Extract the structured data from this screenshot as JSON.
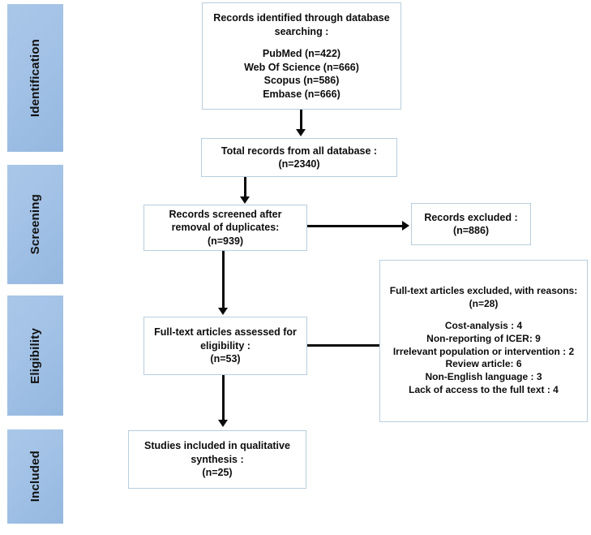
{
  "diagram": {
    "title": "PRISMA flow diagram",
    "phases": [
      {
        "key": "identification",
        "label": "Identification"
      },
      {
        "key": "screening",
        "label": "Screening"
      },
      {
        "key": "eligibility",
        "label": "Eligibility"
      },
      {
        "key": "included",
        "label": "Included"
      }
    ],
    "boxes": {
      "records_identified": {
        "heading_line1": "Records identified through database",
        "heading_line2": "searching :",
        "sources": [
          "PubMed (n=422)",
          "Web Of Science (n=666)",
          "Scopus (n=586)",
          "Embase (n=666)"
        ]
      },
      "total_records": {
        "line1": "Total records from all database :",
        "line2": "(n=2340)"
      },
      "records_screened": {
        "line1": "Records screened after",
        "line2": "removal of duplicates:",
        "line3": "(n=939)"
      },
      "records_excluded": {
        "line1": "Records excluded :",
        "line2": "(n=886)"
      },
      "fulltext_assessed": {
        "line1": "Full-text articles assessed for",
        "line2": "eligibility  :",
        "line3": "(n=53)"
      },
      "fulltext_excluded": {
        "line1": "Full-text articles excluded, with reasons:",
        "line2": "(n=28)",
        "reasons": [
          "Cost-analysis : 4",
          "Non-reporting of ICER: 9",
          "Irrelevant population or intervention : 2",
          "Review article: 6",
          "Non-English language : 3",
          "Lack of access to the full text : 4"
        ]
      },
      "studies_included": {
        "line1": "Studies included in qualitative",
        "line2": "synthesis :",
        "line3": "(n=25)"
      }
    },
    "colors": {
      "phase_bar_light": "#a9c7e8",
      "phase_bar_dark": "#95b8e0",
      "box_border": "#b7cede",
      "connector": "#0b0b0b",
      "text": "#0d0d0d",
      "background": "#ffffff"
    }
  },
  "chart_data": {
    "type": "diagram",
    "title": "PRISMA flow diagram of study selection",
    "nodes": [
      {
        "id": "records_identified",
        "phase": "Identification",
        "label": "Records identified through database searching",
        "n": 2340,
        "breakdown": [
          {
            "source": "PubMed",
            "n": 422
          },
          {
            "source": "Web Of Science",
            "n": 666
          },
          {
            "source": "Scopus",
            "n": 586
          },
          {
            "source": "Embase",
            "n": 666
          }
        ]
      },
      {
        "id": "total_records",
        "phase": "Identification",
        "label": "Total records from all database",
        "n": 2340
      },
      {
        "id": "records_screened",
        "phase": "Screening",
        "label": "Records screened after removal of duplicates",
        "n": 939
      },
      {
        "id": "records_excluded",
        "phase": "Screening",
        "label": "Records excluded",
        "n": 886
      },
      {
        "id": "fulltext_assessed",
        "phase": "Eligibility",
        "label": "Full-text articles assessed for eligibility",
        "n": 53
      },
      {
        "id": "fulltext_excluded",
        "phase": "Eligibility",
        "label": "Full-text articles excluded, with reasons",
        "n": 28,
        "breakdown": [
          {
            "reason": "Cost-analysis",
            "n": 4
          },
          {
            "reason": "Non-reporting of ICER",
            "n": 9
          },
          {
            "reason": "Irrelevant population or intervention",
            "n": 2
          },
          {
            "reason": "Review article",
            "n": 6
          },
          {
            "reason": "Non-English language",
            "n": 3
          },
          {
            "reason": "Lack of access to the full text",
            "n": 4
          }
        ]
      },
      {
        "id": "studies_included",
        "phase": "Included",
        "label": "Studies included in qualitative synthesis",
        "n": 25
      }
    ],
    "edges": [
      {
        "from": "records_identified",
        "to": "total_records",
        "direction": "down"
      },
      {
        "from": "total_records",
        "to": "records_screened",
        "direction": "down"
      },
      {
        "from": "records_screened",
        "to": "records_excluded",
        "direction": "right"
      },
      {
        "from": "records_screened",
        "to": "fulltext_assessed",
        "direction": "down"
      },
      {
        "from": "fulltext_assessed",
        "to": "fulltext_excluded",
        "direction": "right"
      },
      {
        "from": "fulltext_assessed",
        "to": "studies_included",
        "direction": "down"
      }
    ]
  }
}
